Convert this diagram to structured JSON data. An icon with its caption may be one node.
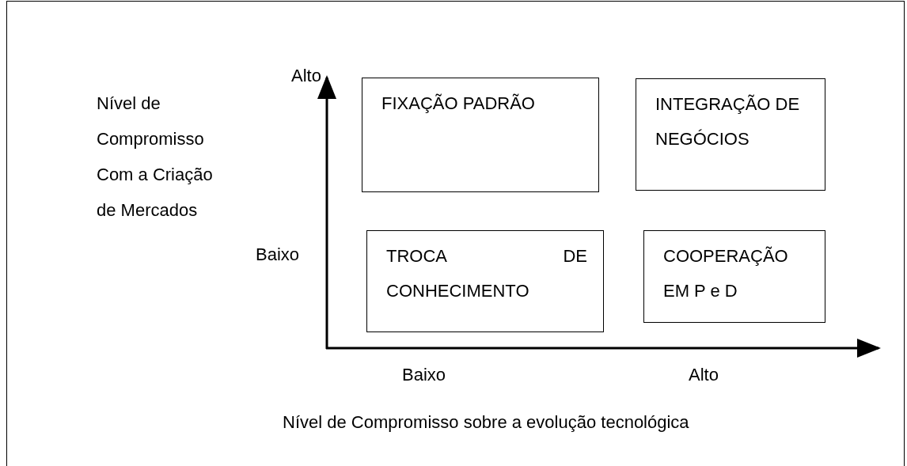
{
  "diagram": {
    "nodes": [
      {
        "text": [
          "FIXAÇÃO PADRÃO"
        ]
      },
      {
        "text": [
          "INTEGRAÇÃO DE NEGÓCIOS"
        ]
      },
      {
        "text": [
          "TROCA DE CONHECIMENTO"
        ]
      },
      {
        "text": [
          "COOPERAÇÃO EM P e D"
        ]
      }
    ],
    "labels": [
      "Nível de Compromisso Com a Criação de Mercados",
      "Alto",
      "Baixo",
      "Baixo",
      "Alto",
      "Nível de Compromisso sobre a evolução tecnológica"
    ]
  }
}
